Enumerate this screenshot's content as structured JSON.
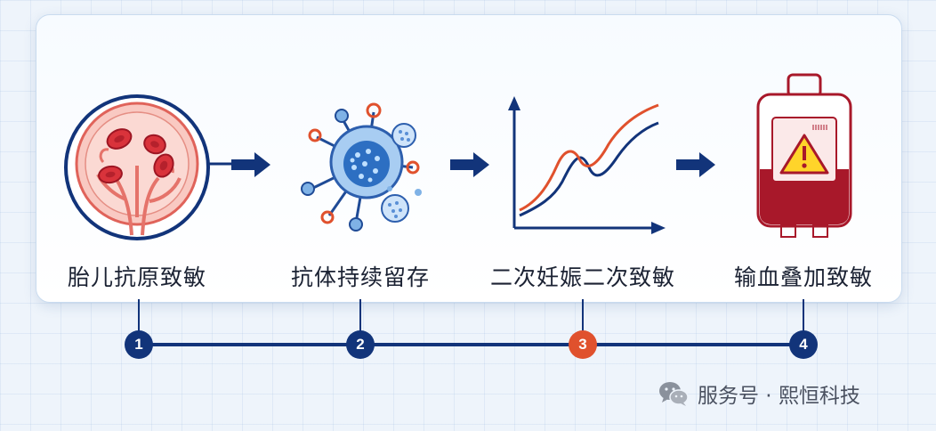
{
  "steps": [
    {
      "number": "1",
      "label": "胎儿抗原致敏"
    },
    {
      "number": "2",
      "label": "抗体持续留存"
    },
    {
      "number": "3",
      "label": "二次妊娠二次致敏"
    },
    {
      "number": "4",
      "label": "输血叠加致敏"
    }
  ],
  "colors": {
    "navy": "#12347a",
    "red": "#e0512d",
    "blood": "#a8182a",
    "light_blue": "#7fb2e6"
  },
  "icons": [
    "placenta-icon",
    "antibody-cell-icon",
    "line-chart-icon",
    "blood-bag-warning-icon",
    "wechat-icon"
  ],
  "watermark": "服务号 · 熙恒科技"
}
